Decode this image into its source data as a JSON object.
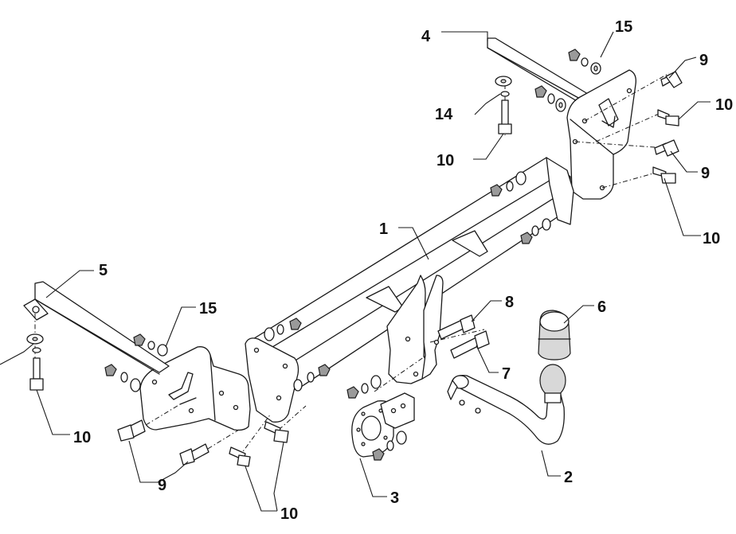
{
  "labels": {
    "part_1": "1",
    "part_2": "2",
    "part_3": "3",
    "part_4": "4",
    "part_5": "5",
    "part_6": "6",
    "part_7": "7",
    "part_8": "8",
    "part_9_a": "9",
    "part_9_b": "9",
    "part_9_c": "9",
    "part_10_a": "10",
    "part_10_b": "10",
    "part_10_c": "10",
    "part_10_d": "10",
    "part_10_e": "10",
    "part_14": "14",
    "part_15_a": "15",
    "part_15_b": "15"
  }
}
